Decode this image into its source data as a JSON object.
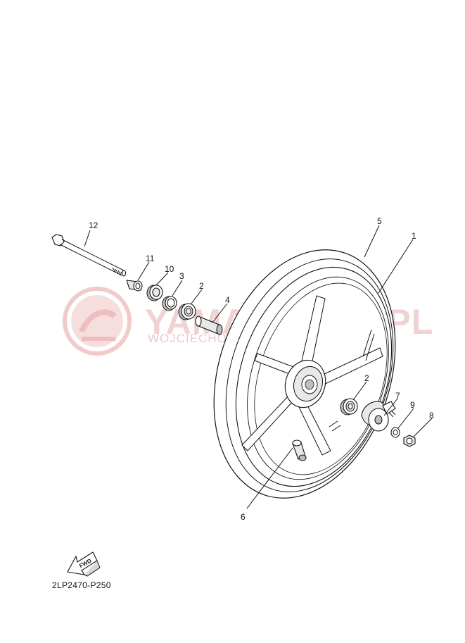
{
  "watermark": {
    "title": "YAMA-SKLEP.PL",
    "subtitle": "WOJCIECHOWICZ DEALER YAMAHA"
  },
  "fwd_label": "FWD",
  "diagram_code": "2LP2470-P250",
  "callouts": [
    {
      "id": "1",
      "text": "1"
    },
    {
      "id": "2a",
      "text": "2"
    },
    {
      "id": "2b",
      "text": "2"
    },
    {
      "id": "3",
      "text": "3"
    },
    {
      "id": "4",
      "text": "4"
    },
    {
      "id": "5",
      "text": "5"
    },
    {
      "id": "6",
      "text": "6"
    },
    {
      "id": "7",
      "text": "7"
    },
    {
      "id": "8",
      "text": "8"
    },
    {
      "id": "9",
      "text": "9"
    },
    {
      "id": "10",
      "text": "10"
    },
    {
      "id": "11",
      "text": "11"
    },
    {
      "id": "12",
      "text": "12"
    }
  ],
  "colors": {
    "line": "#111111",
    "watermark": "#e9b7b7"
  }
}
